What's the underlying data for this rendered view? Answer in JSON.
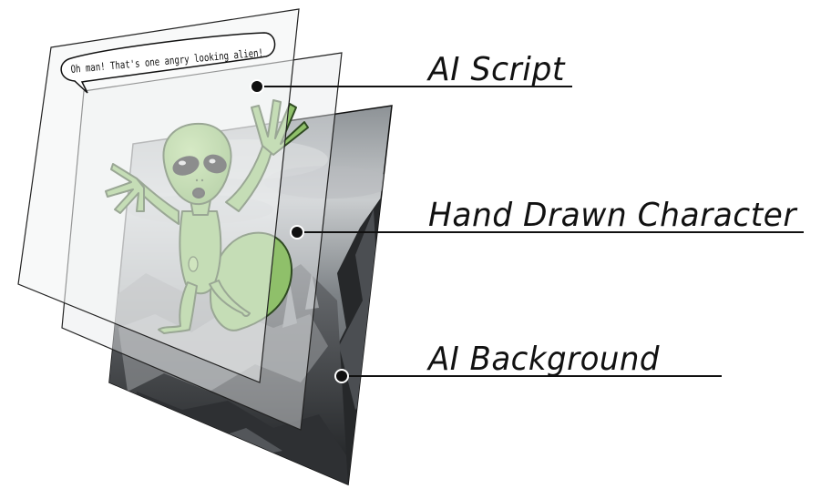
{
  "speech_bubble": {
    "text": "Oh man! That's one angry looking alien!"
  },
  "layers": [
    {
      "label": "AI Script"
    },
    {
      "label": "Hand Drawn Character"
    },
    {
      "label": "AI Background"
    }
  ],
  "icons": {
    "alien": "alien-character-icon",
    "background": "rocky-landscape-icon",
    "bubble": "speech-bubble-icon",
    "leader": "leader-dot-icon"
  },
  "colors": {
    "alien_fill": "#8fc06a",
    "alien_outline": "#2f4a22",
    "sky_light": "#c9ccce",
    "sky_dark": "#3c3f43",
    "script_sheet": "#f3f4f4",
    "character_sheet": "#e6e8ea",
    "label_ink": "#111111"
  }
}
